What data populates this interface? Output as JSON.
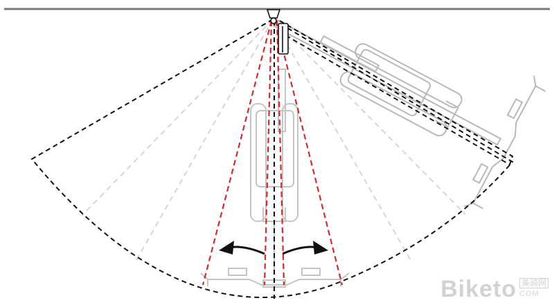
{
  "colors": {
    "ceiling": "#7a7a7a",
    "outline": "#111111",
    "swing_range": "#d42a2a",
    "guide": "#cfcfcf",
    "bike": "#bdbdbd",
    "arrow": "#111111",
    "watermark": "#cfd3d6"
  },
  "watermark": {
    "brand": "Biketo",
    "cn": "美骑网",
    "domain": "COM"
  },
  "icons": [
    "swing-left-arrow-icon",
    "swing-right-arrow-icon"
  ]
}
